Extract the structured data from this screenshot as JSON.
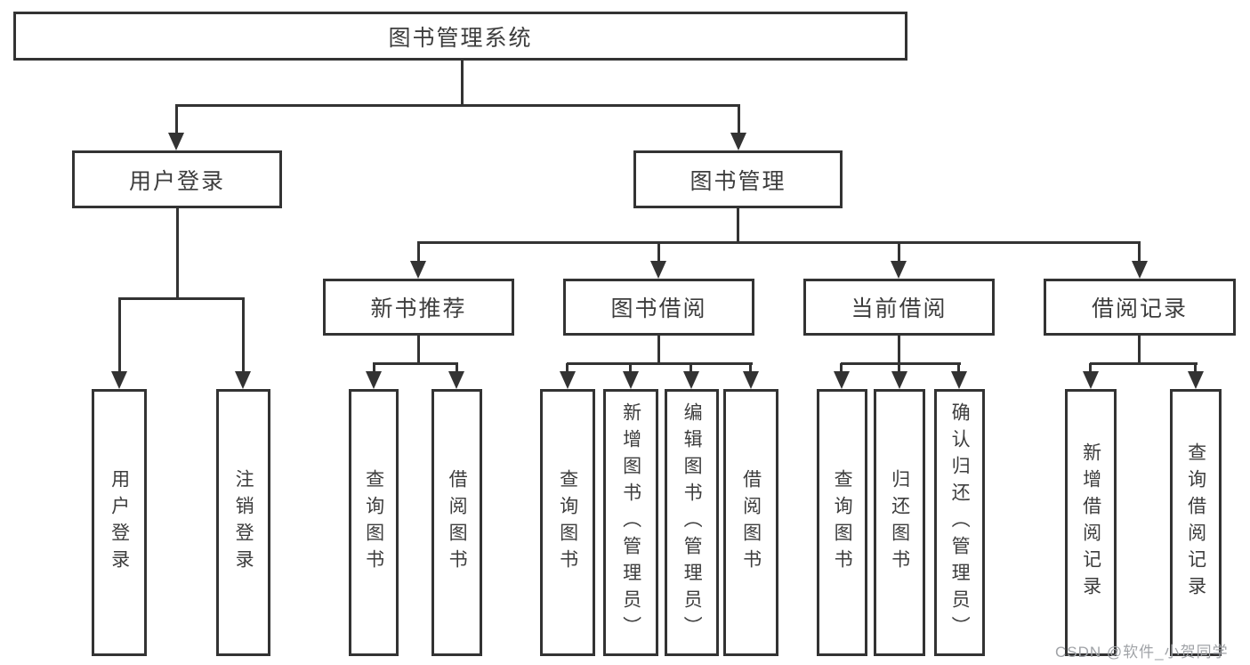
{
  "diagram": {
    "root": {
      "label": "图书管理系统"
    },
    "level1": [
      {
        "label": "用户登录"
      },
      {
        "label": "图书管理"
      }
    ],
    "level2": [
      {
        "label": "新书推荐"
      },
      {
        "label": "图书借阅"
      },
      {
        "label": "当前借阅"
      },
      {
        "label": "借阅记录"
      }
    ],
    "leaves": {
      "user_login": [
        "用户登录",
        "注销登录"
      ],
      "new_book": [
        "查询图书",
        "借阅图书"
      ],
      "book_borrow": [
        "查询图书",
        "新增图书（管理员）",
        "编辑图书（管理员）",
        "借阅图书"
      ],
      "current_borrow": [
        "查询图书",
        "归还图书",
        "确认归还（管理员）"
      ],
      "borrow_records": [
        "新增借阅记录",
        "查询借阅记录"
      ]
    }
  },
  "watermark": {
    "text": "CSDN @软件_小贺同学"
  },
  "colors": {
    "line": "#333333",
    "text": "#3d3d3d",
    "background": "#ffffff",
    "watermark": "#a0a3a7"
  }
}
